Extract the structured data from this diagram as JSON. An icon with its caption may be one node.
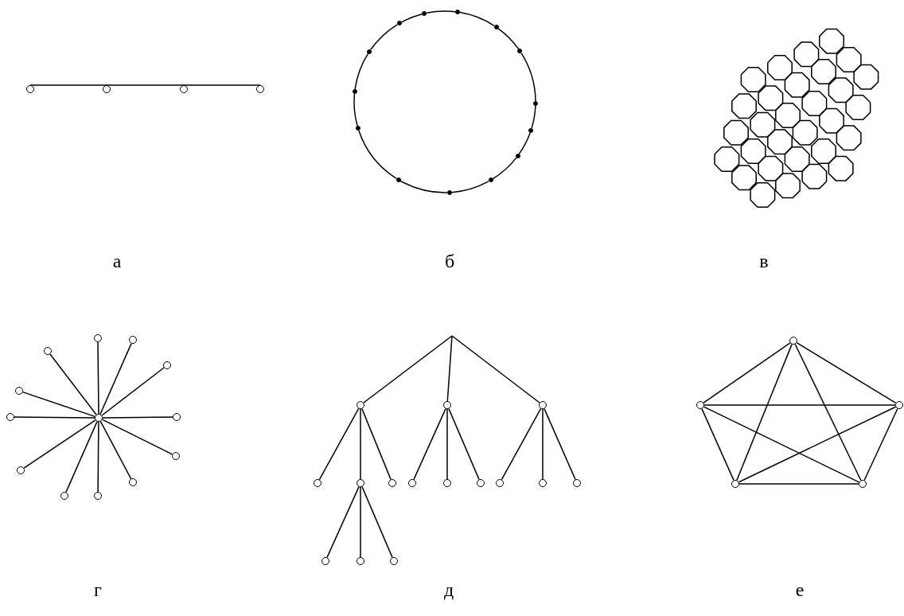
{
  "diagram": {
    "nodes": [
      {
        "text": [],
        "shape": "circle"
      },
      {
        "text": [],
        "shape": "circle"
      },
      {
        "text": [],
        "shape": "circle"
      },
      {
        "text": [],
        "shape": "circle"
      },
      {
        "text": [],
        "shape": "circle"
      },
      {
        "text": [],
        "shape": "circle"
      },
      {
        "text": [],
        "shape": "circle"
      },
      {
        "text": [],
        "shape": "circle"
      },
      {
        "text": [],
        "shape": "circle"
      },
      {
        "text": [],
        "shape": "circle"
      },
      {
        "text": [],
        "shape": "circle"
      },
      {
        "text": [],
        "shape": "circle"
      },
      {
        "text": [],
        "shape": "circle"
      },
      {
        "text": [],
        "shape": "circle"
      },
      {
        "text": [],
        "shape": "circle"
      },
      {
        "text": [],
        "shape": "circle"
      },
      {
        "text": [],
        "shape": "circle"
      },
      {
        "text": [],
        "shape": "circle"
      },
      {
        "text": [],
        "shape": "circle"
      },
      {
        "text": [],
        "shape": "circle"
      },
      {
        "text": [],
        "shape": "circle"
      },
      {
        "text": [],
        "shape": "circle"
      },
      {
        "text": [],
        "shape": "circle"
      },
      {
        "text": [],
        "shape": "circle"
      },
      {
        "text": [],
        "shape": "circle"
      },
      {
        "text": [],
        "shape": "circle"
      },
      {
        "text": [],
        "shape": "circle"
      },
      {
        "text": [],
        "shape": "circle"
      },
      {
        "text": [],
        "shape": "circle"
      },
      {
        "text": [],
        "shape": "circle"
      },
      {
        "text": [],
        "shape": "circle"
      },
      {
        "text": [],
        "shape": "circle"
      },
      {
        "text": [],
        "shape": "circle"
      },
      {
        "text": [],
        "shape": "circle"
      },
      {
        "text": [],
        "shape": "circle"
      },
      {
        "text": [],
        "shape": "circle"
      },
      {
        "text": [],
        "shape": "circle"
      },
      {
        "text": [],
        "shape": "circle"
      },
      {
        "text": [],
        "shape": "circle"
      },
      {
        "text": [],
        "shape": "circle"
      },
      {
        "text": [],
        "shape": "circle"
      },
      {
        "text": [],
        "shape": "circle"
      },
      {
        "text": [],
        "shape": "circle"
      },
      {
        "text": [],
        "shape": "circle"
      },
      {
        "text": [],
        "shape": "circle"
      },
      {
        "text": [],
        "shape": "circle"
      },
      {
        "text": [],
        "shape": "circle"
      },
      {
        "text": [],
        "shape": "circle"
      },
      {
        "text": [],
        "shape": "circle"
      },
      {
        "text": [],
        "shape": "circle"
      },
      {
        "text": [],
        "shape": "circle"
      }
    ],
    "edges": [
      {
        "from": 0,
        "to": 1,
        "arrow": "none"
      },
      {
        "from": 1,
        "to": 2,
        "arrow": "none"
      },
      {
        "from": 2,
        "to": 3,
        "arrow": "none"
      },
      {
        "from": 4,
        "to": 5,
        "arrow": "none"
      },
      {
        "from": 5,
        "to": 6,
        "arrow": "none"
      },
      {
        "from": 6,
        "to": 7,
        "arrow": "none"
      },
      {
        "from": 7,
        "to": 8,
        "arrow": "none"
      },
      {
        "from": 8,
        "to": 9,
        "arrow": "none"
      },
      {
        "from": 9,
        "to": 10,
        "arrow": "none"
      },
      {
        "from": 10,
        "to": 11,
        "arrow": "none"
      },
      {
        "from": 11,
        "to": 12,
        "arrow": "none"
      },
      {
        "from": 12,
        "to": 13,
        "arrow": "none"
      },
      {
        "from": 13,
        "to": 14,
        "arrow": "none"
      },
      {
        "from": 14,
        "to": 15,
        "arrow": "none"
      },
      {
        "from": 15,
        "to": 16,
        "arrow": "none"
      },
      {
        "from": 16,
        "to": 17,
        "arrow": "none"
      },
      {
        "from": 17,
        "to": 4,
        "arrow": "none"
      },
      {
        "from": 18,
        "to": 19,
        "arrow": "none"
      },
      {
        "from": 18,
        "to": 20,
        "arrow": "none"
      },
      {
        "from": 18,
        "to": 21,
        "arrow": "none"
      },
      {
        "from": 18,
        "to": 22,
        "arrow": "none"
      },
      {
        "from": 18,
        "to": 23,
        "arrow": "none"
      },
      {
        "from": 18,
        "to": 24,
        "arrow": "none"
      },
      {
        "from": 18,
        "to": 25,
        "arrow": "none"
      },
      {
        "from": 18,
        "to": 26,
        "arrow": "none"
      },
      {
        "from": 18,
        "to": 27,
        "arrow": "none"
      },
      {
        "from": 18,
        "to": 28,
        "arrow": "none"
      },
      {
        "from": 18,
        "to": 29,
        "arrow": "none"
      },
      {
        "from": 18,
        "to": 30,
        "arrow": "none"
      },
      {
        "from": null,
        "to": 31,
        "arrow": "none"
      },
      {
        "from": null,
        "to": 32,
        "arrow": "none"
      },
      {
        "from": null,
        "to": 33,
        "arrow": "none"
      },
      {
        "from": 31,
        "to": 34,
        "arrow": "none"
      },
      {
        "from": 31,
        "to": 35,
        "arrow": "none"
      },
      {
        "from": 31,
        "to": 36,
        "arrow": "none"
      },
      {
        "from": 32,
        "to": 37,
        "arrow": "none"
      },
      {
        "from": 32,
        "to": 38,
        "arrow": "none"
      },
      {
        "from": 32,
        "to": 39,
        "arrow": "none"
      },
      {
        "from": 33,
        "to": 40,
        "arrow": "none"
      },
      {
        "from": 33,
        "to": 41,
        "arrow": "none"
      },
      {
        "from": 33,
        "to": 42,
        "arrow": "none"
      },
      {
        "from": 35,
        "to": 43,
        "arrow": "none"
      },
      {
        "from": 35,
        "to": 44,
        "arrow": "none"
      },
      {
        "from": 35,
        "to": 45,
        "arrow": "none"
      },
      {
        "from": 46,
        "to": 47,
        "arrow": "none"
      },
      {
        "from": 46,
        "to": 48,
        "arrow": "none"
      },
      {
        "from": 47,
        "to": 49,
        "arrow": "none"
      },
      {
        "from": 48,
        "to": 50,
        "arrow": "none"
      },
      {
        "from": 49,
        "to": 50,
        "arrow": "none"
      },
      {
        "from": 46,
        "to": 49,
        "arrow": "none"
      },
      {
        "from": 46,
        "to": 50,
        "arrow": "none"
      },
      {
        "from": 47,
        "to": 48,
        "arrow": "none"
      },
      {
        "from": 47,
        "to": 50,
        "arrow": "none"
      },
      {
        "from": 48,
        "to": 49,
        "arrow": "none"
      }
    ],
    "labels": [
      "а",
      "б",
      "в",
      "г",
      "д",
      "е"
    ]
  }
}
